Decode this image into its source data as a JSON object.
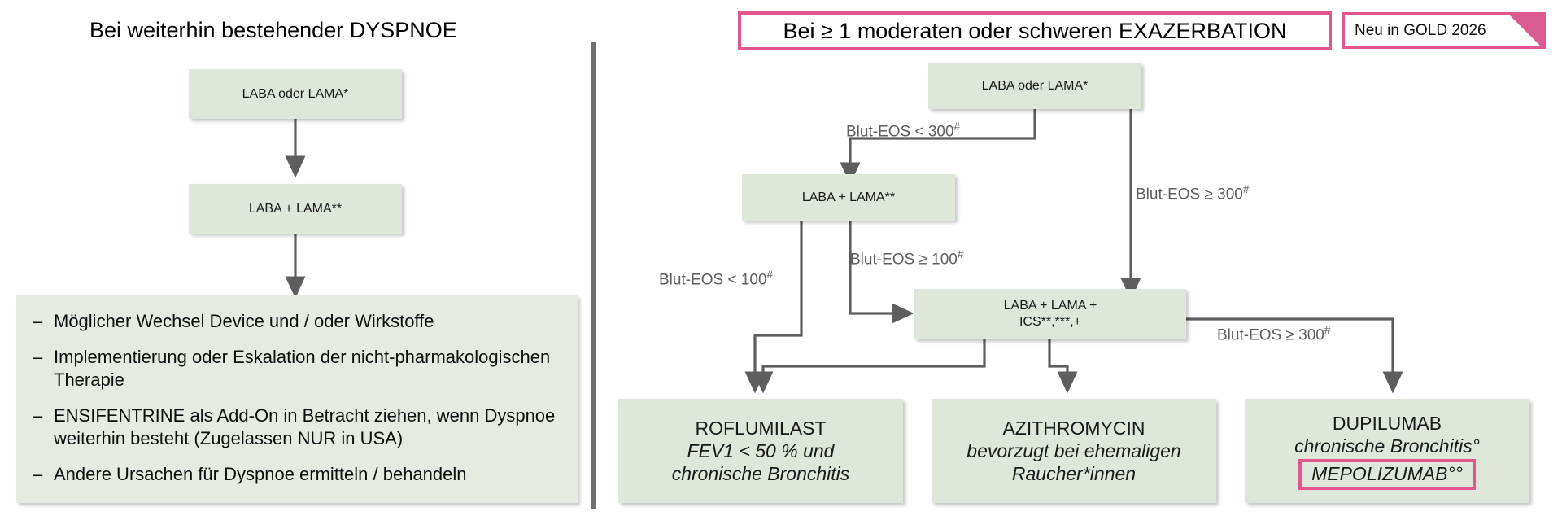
{
  "left_panel": {
    "title": "Bei weiterhin bestehender DYSPNOE",
    "box_1": "LABA oder LAMA*",
    "box_2": "LABA + LAMA**",
    "bullet_marker": "–",
    "bullets": [
      "Möglicher Wechsel Device und / oder Wirkstoffe",
      "Implementierung oder Eskalation der nicht-pharmakologischen Therapie",
      "ENSIFENTRINE als Add-On in Betracht ziehen, wenn Dyspnoe weiterhin besteht (Zugelassen NUR in USA)",
      "Andere Ursachen für Dyspnoe ermitteln / behandeln"
    ]
  },
  "right_panel": {
    "header": "Bei ≥ 1 moderaten oder schweren EXAZERBATION",
    "badge": "Neu in GOLD 2026",
    "box_start": "LABA oder LAMA*",
    "box_dual": "LABA + LAMA**",
    "box_triple_line1": "LABA + LAMA +",
    "box_triple_line2": "ICS**,***,+",
    "edge_labels": {
      "eos_lt_300": "Blut-EOS < 300",
      "eos_ge_300_top": "Blut-EOS ≥ 300",
      "eos_lt_100": "Blut-EOS < 100",
      "eos_ge_100": "Blut-EOS ≥ 100",
      "eos_ge_300_right": "Blut-EOS ≥ 300",
      "marker": "#"
    },
    "outcomes": [
      {
        "name": "roflumilast",
        "title": "ROFLUMILAST",
        "sub1": "FEV1 < 50 % und",
        "sub2": "chronische Bronchitis",
        "highlight": ""
      },
      {
        "name": "azithromycin",
        "title": "AZITHROMYCIN",
        "sub1": "bevorzugt bei ehemaligen",
        "sub2": "Raucher*innen",
        "highlight": ""
      },
      {
        "name": "dupilumab",
        "title": "DUPILUMAB",
        "sub1": "chronische Bronchitis°",
        "sub2": "",
        "highlight": "MEPOLIZUMAB°°"
      }
    ]
  },
  "colors": {
    "box_fill": "#dfe6da",
    "accent_pink": "#e0578e",
    "arrow_gray": "#5e5e5e",
    "label_gray": "#5e5e5e"
  }
}
